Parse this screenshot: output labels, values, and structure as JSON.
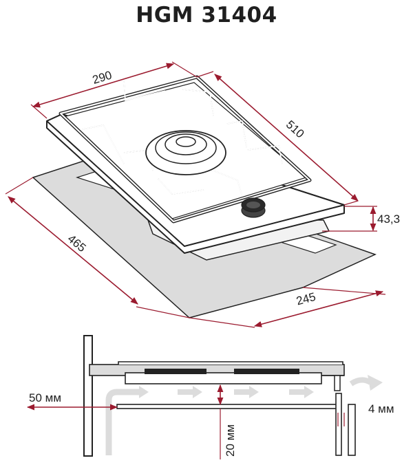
{
  "title": "HGM 31404",
  "dimensions": {
    "width_top": "290",
    "depth_top": "510",
    "height": "43,3",
    "cutout_depth": "465",
    "cutout_width": "245"
  },
  "installation": {
    "side_gap": "50 мм",
    "bottom_gap": "20 мм",
    "rear_gap": "4 мм"
  },
  "colors": {
    "dimension": "#9b1b2f",
    "cutout_fill": "#dcdcdc",
    "airflow_arrow": "#dcdcdc"
  }
}
